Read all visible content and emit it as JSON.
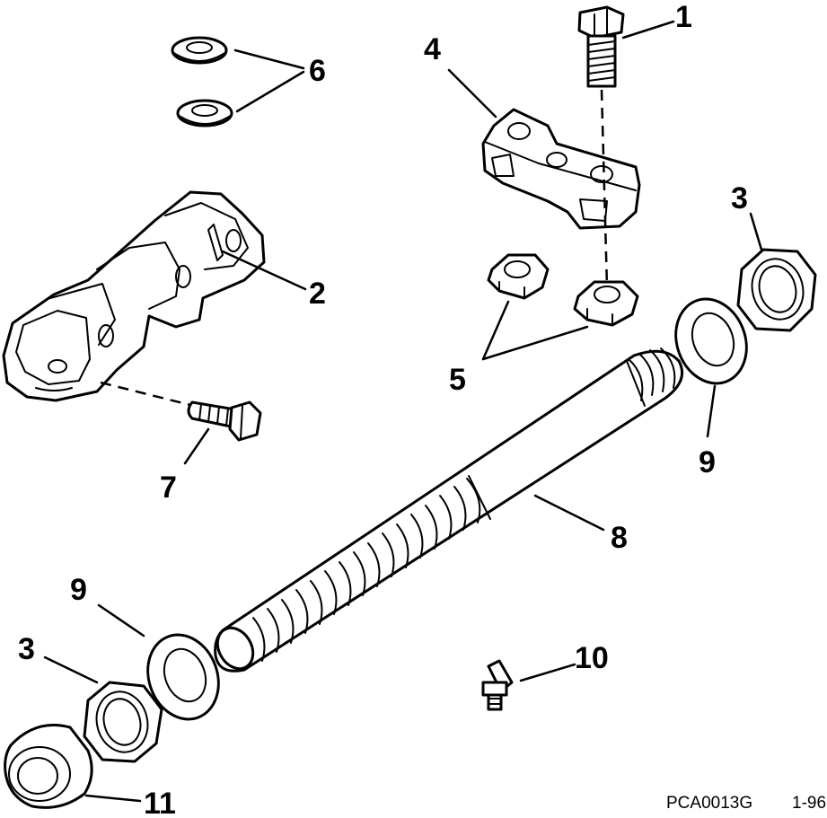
{
  "callouts": {
    "c1": "1",
    "c2": "2",
    "c3a": "3",
    "c3b": "3",
    "c4": "4",
    "c5": "5",
    "c6": "6",
    "c7": "7",
    "c8": "8",
    "c9a": "9",
    "c9b": "9",
    "c10": "10",
    "c11": "11"
  },
  "footer": {
    "code": "PCA0013G",
    "date": "1-96"
  }
}
